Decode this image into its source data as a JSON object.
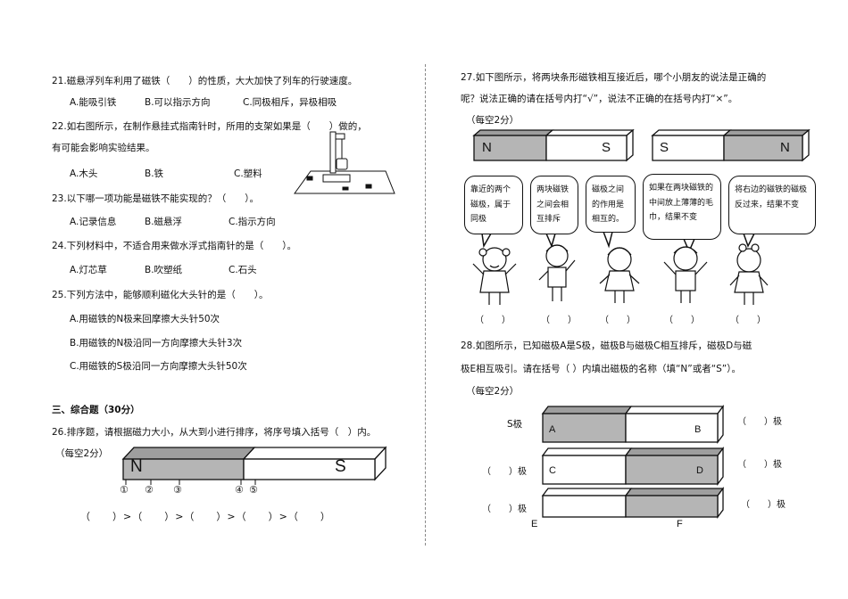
{
  "left": {
    "q21": {
      "stem": "21.磁悬浮列车利用了磁铁（　　）的性质，大大加快了列车的行驶速度。",
      "options": [
        "A.能吸引铁",
        "B.可以指示方向",
        "C.同极相斥，异极相吸"
      ]
    },
    "q22": {
      "stem1": "22.如右图所示，在制作悬挂式指南针时，所用的支架如果是（　　）做的，",
      "stem2": "有可能会影响实验结果。",
      "options": [
        "A.木头",
        "B.铁",
        "C.塑料"
      ]
    },
    "q23": {
      "stem": "23.以下哪一项功能是磁铁不能实现的？（　　）。",
      "options": [
        "A.记录信息",
        "B.磁悬浮",
        "C.指示方向"
      ]
    },
    "q24": {
      "stem": "24.下列材料中，不适合用来做水浮式指南针的是（　　）。",
      "options": [
        "A.灯芯草",
        "B.吹塑纸",
        "C.石头"
      ]
    },
    "q25": {
      "stem": "25.下列方法中，能够顺利磁化大头针的是（　　）。",
      "options": [
        "A.用磁铁的N极来回摩擦大头针50次",
        "B.用磁铁的N极沿同一方向摩擦大头针3次",
        "C.用磁铁的S极沿同一方向摩擦大头针50次"
      ]
    },
    "section3": "三、综合题（30分）",
    "q26": {
      "stem": "26.排序题，请根据磁力大小，从大到小进行排序，将序号填入括号（　）内。",
      "score": "（每空2分）",
      "magnet_n": "N",
      "magnet_s": "S",
      "markers": [
        "①",
        "②",
        "③",
        "④",
        "⑤"
      ],
      "answer_line": "（　　）>（　　）>（　　）>（　　）>（　　）"
    }
  },
  "right": {
    "q27": {
      "stem1": "27.如下图所示，将两块条形磁铁相互接近后，哪个小朋友的说法是正确的",
      "stem2": "呢？说法正确的请在括号内打“√”，说法不正确的在括号内打“×”。",
      "score": "（每空2分）",
      "magnet1": {
        "left": "N",
        "right": "S"
      },
      "magnet2": {
        "left": "S",
        "right": "N"
      },
      "bubbles": [
        "靠近的两个磁极，属于同极",
        "两块磁铁之间会相互排斥",
        "磁极之间的作用是相互的。",
        "如果在两块磁铁的中间放上薄薄的毛巾，结果不变",
        "将右边的磁铁的磁极反过来，结果不变"
      ],
      "answer_paren": "（　　）"
    },
    "q28": {
      "stem1": "28.如图所示，已知磁极A是S极，磁极B与磁极C相互排斥，磁极D与磁",
      "stem2": "极E相互吸引。请在括号（ ）内填出磁极的名称（填“N”或者“S”）。",
      "score": "（每空2分）",
      "given": "S极",
      "pole_blank": "（　　）极",
      "letters": [
        "A",
        "B",
        "C",
        "D",
        "E",
        "F"
      ]
    }
  },
  "colors": {
    "magnet_gray": "#b5b5b5",
    "ink": "#111111"
  }
}
